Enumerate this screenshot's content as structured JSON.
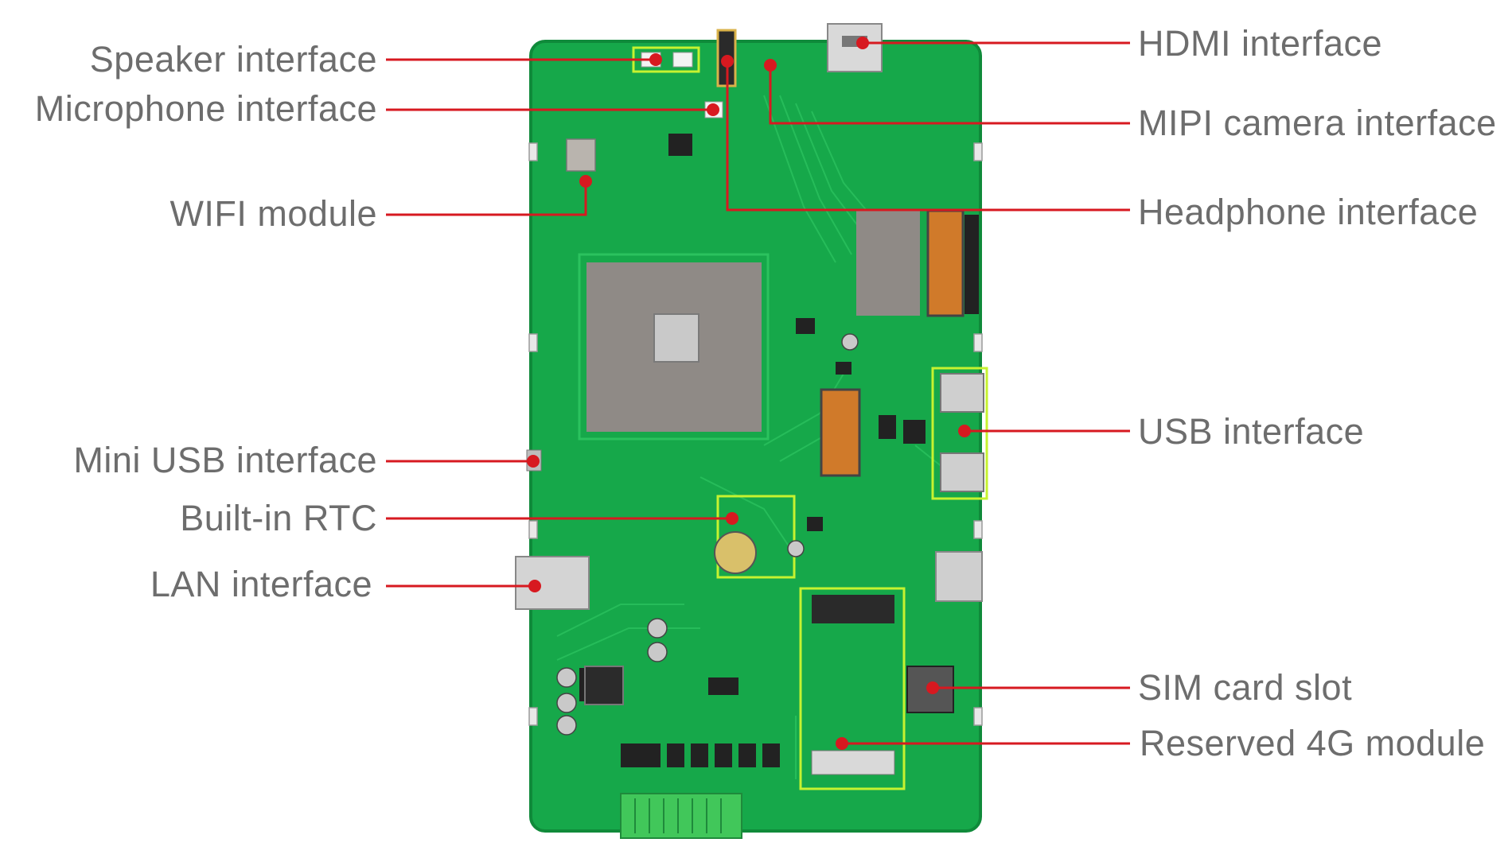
{
  "colors": {
    "board": "#16a84a",
    "board_dark": "#0f8a3a",
    "trace": "#2bc25e",
    "shield": "#8f8a86",
    "pointer": "#d71920",
    "highlight": "#c6f230",
    "label_text": "#6d6d6d"
  },
  "labels": {
    "speaker": "Speaker interface",
    "microphone": "Microphone interface",
    "wifi": "WIFI module",
    "mini_usb": "Mini USB interface",
    "rtc": "Built-in RTC",
    "lan": "LAN interface",
    "hdmi": "HDMI interface",
    "mipi": "MIPI camera interface",
    "headphone": "Headphone interface",
    "usb": "USB interface",
    "sim": "SIM card slot",
    "module_4g": "Reserved 4G module"
  },
  "icons": {
    "board": "pcb-board",
    "soc": "cpu-shield-icon",
    "pointer_dot": "pointer-dot-icon"
  }
}
